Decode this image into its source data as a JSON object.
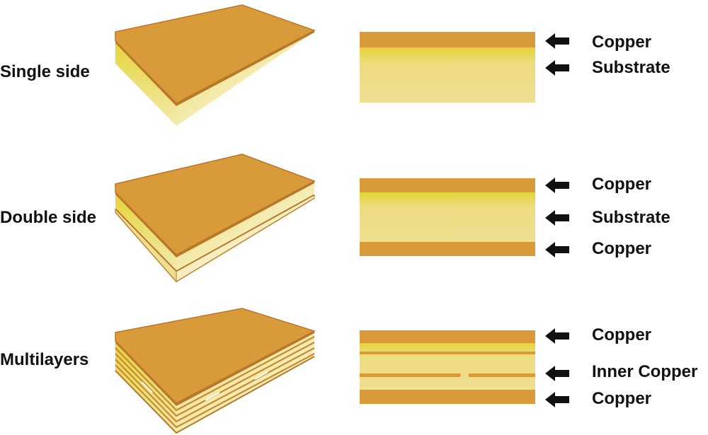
{
  "colors": {
    "copper": "#D99A3A",
    "copper_edge": "#B8782A",
    "substrate_light": "#EEDF92",
    "substrate_bright": "#E4D437",
    "arrow": "#111111"
  },
  "rows": [
    {
      "label": "Single side",
      "layers": [
        {
          "label": "Copper"
        },
        {
          "label": "Substrate"
        }
      ]
    },
    {
      "label": "Double side",
      "layers": [
        {
          "label": "Copper"
        },
        {
          "label": " Substrate"
        },
        {
          "label": "Copper"
        }
      ]
    },
    {
      "label": "Multilayers",
      "layers": [
        {
          "label": "Copper"
        },
        {
          "label": "Inner Copper"
        },
        {
          "label": "Copper"
        }
      ]
    }
  ]
}
